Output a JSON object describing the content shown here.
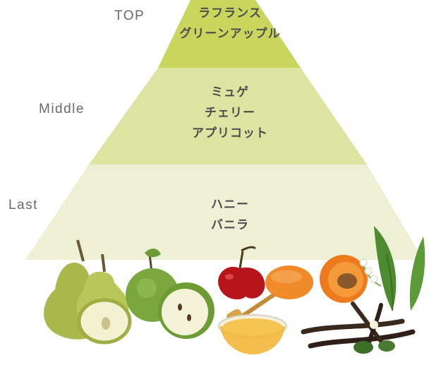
{
  "tiers": {
    "top": {
      "label": "TOP",
      "notes": [
        "ラフランス",
        "グリーンアップル"
      ],
      "color": "#c9d65e"
    },
    "middle": {
      "label": "Middle",
      "notes": [
        "ミュゲ",
        "チェリー",
        "アプリコット"
      ],
      "color": "#dde3a0"
    },
    "last": {
      "label": "Last",
      "notes": [
        "ハニー",
        "バニラ"
      ],
      "color": "#eef0d6"
    }
  },
  "illustration": {
    "items": [
      "pear-icon",
      "green-apple-icon",
      "cherry-icon",
      "honey-bowl-icon",
      "apricot-icon",
      "lily-of-the-valley-icon",
      "vanilla-pod-icon"
    ]
  }
}
